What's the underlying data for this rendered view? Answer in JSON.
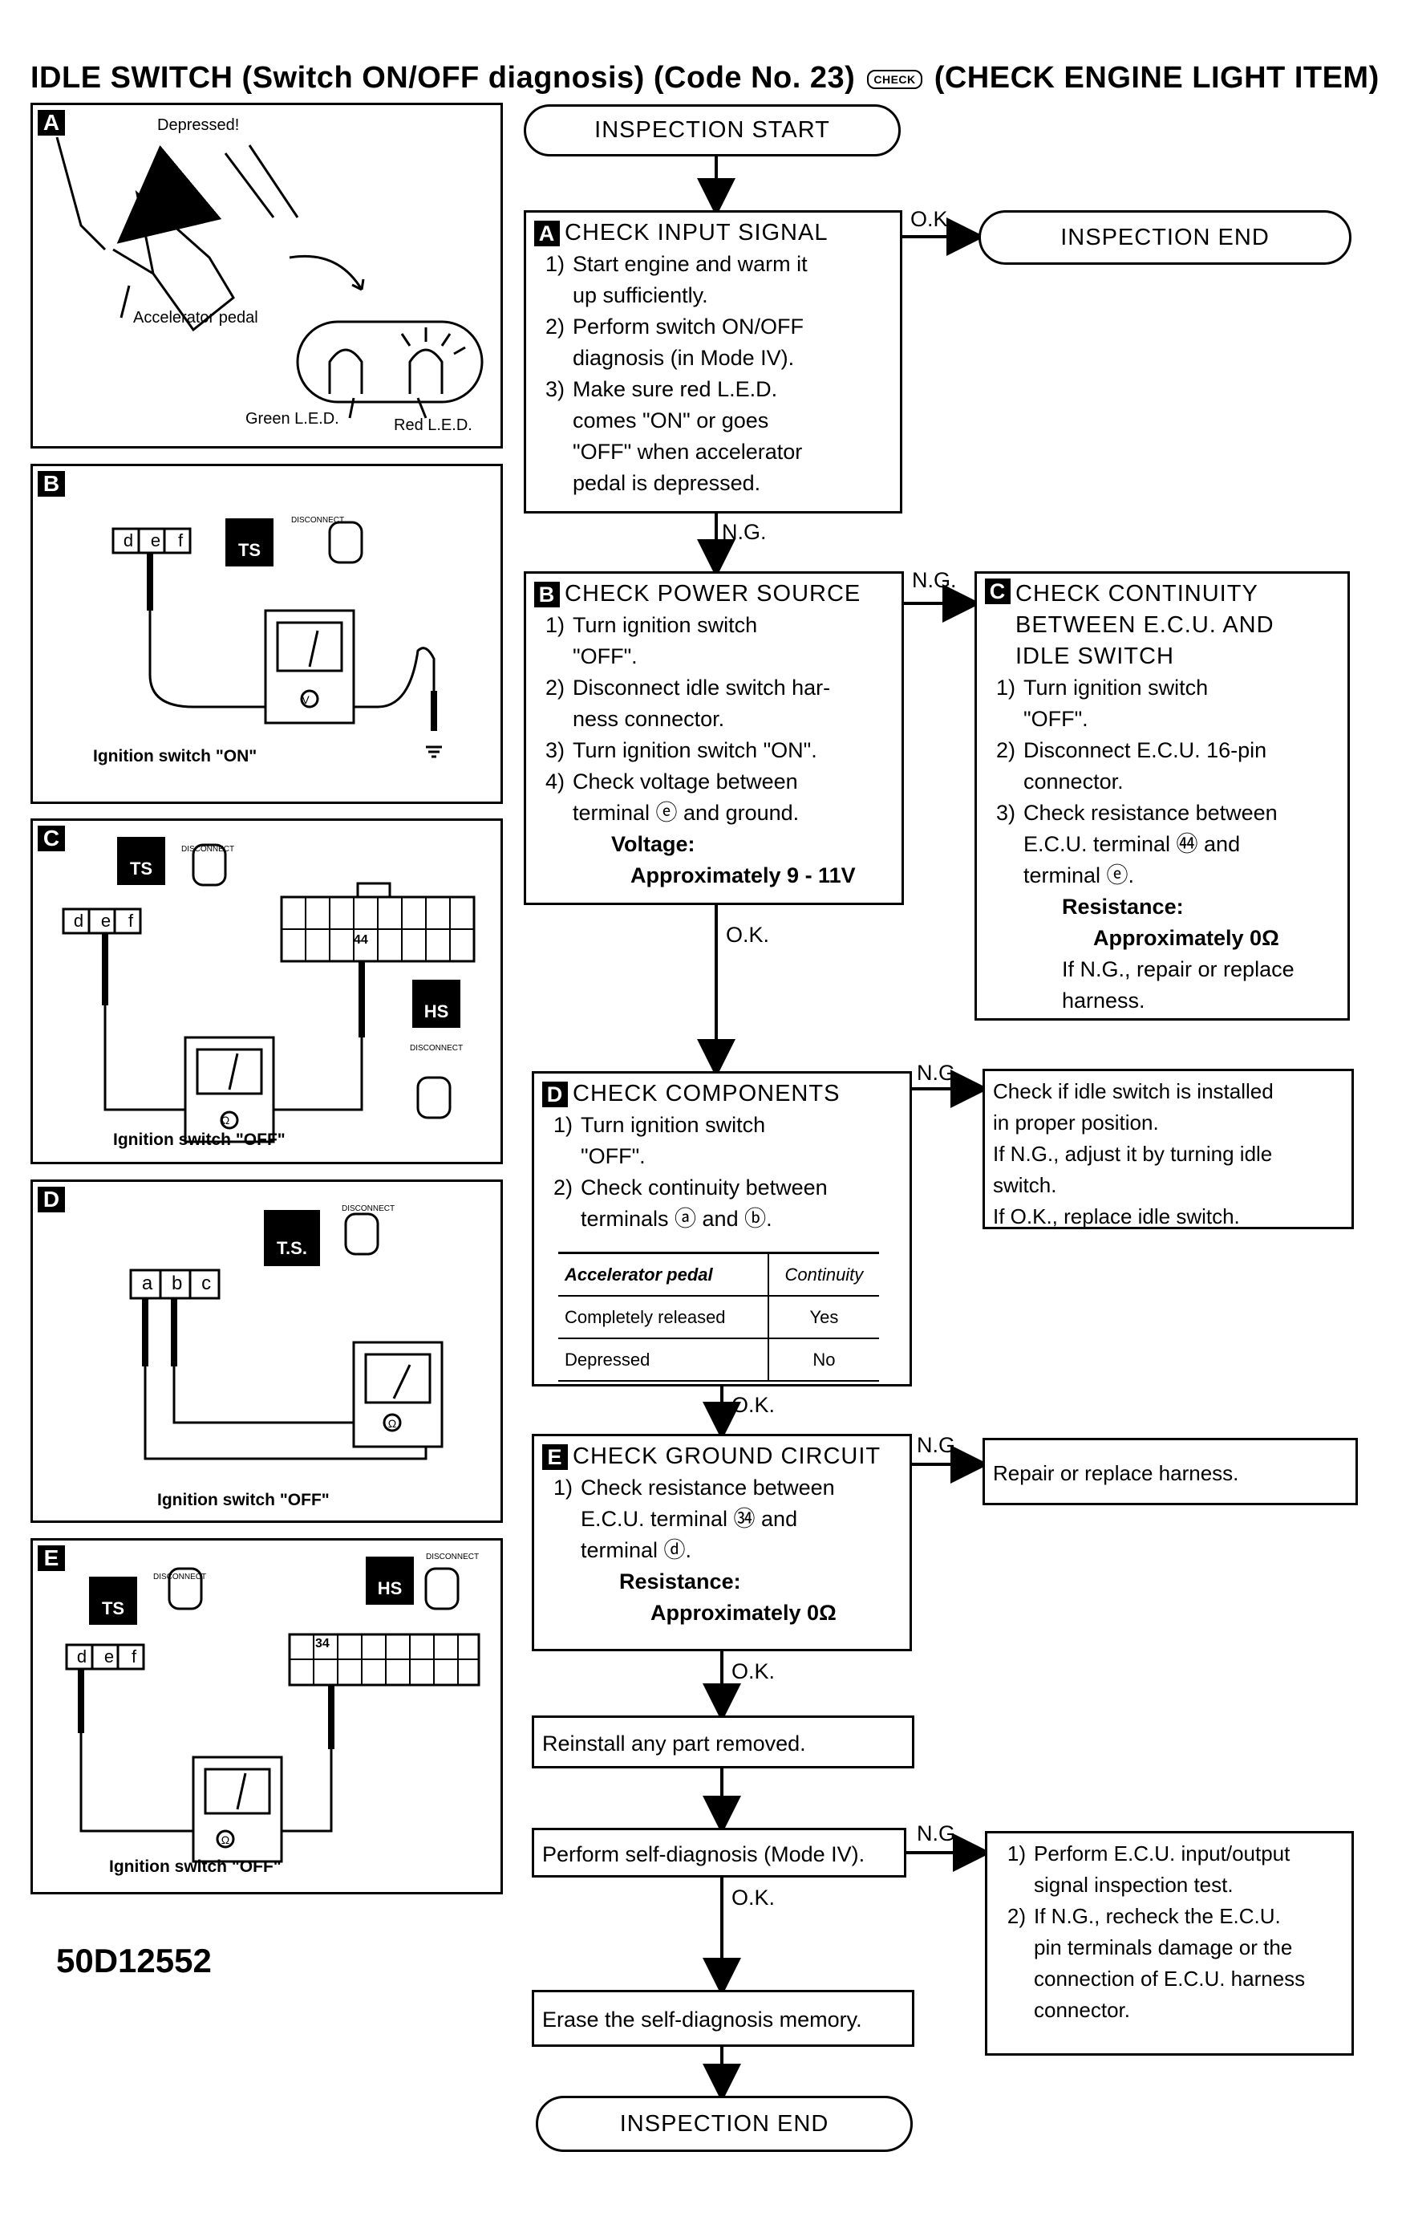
{
  "title": {
    "prefix": "IDLE SWITCH (Switch ON/OFF diagnosis) (Code No. 23)",
    "icon_text": "CHECK",
    "suffix": "(CHECK ENGINE LIGHT ITEM)"
  },
  "code": "50D12552",
  "panels": {
    "a": {
      "label": "A",
      "depressed": "Depressed!",
      "pedal": "Accelerator pedal",
      "green": "Green L.E.D.",
      "red": "Red L.E.D."
    },
    "b": {
      "label": "B",
      "ts": "TS",
      "disconnect": "DISCONNECT",
      "terms": [
        "d",
        "e",
        "f"
      ],
      "caption": "Ignition switch \"ON\""
    },
    "c": {
      "label": "C",
      "ts": "TS",
      "hs": "HS",
      "disconnect": "DISCONNECT",
      "terms": [
        "d",
        "e",
        "f"
      ],
      "pin": "44",
      "caption": "Ignition switch \"OFF\""
    },
    "d": {
      "label": "D",
      "ts": "T.S.",
      "disconnect": "DISCONNECT",
      "terms": [
        "a",
        "b",
        "c"
      ],
      "caption": "Ignition switch \"OFF\""
    },
    "e": {
      "label": "E",
      "ts": "TS",
      "hs": "HS",
      "disconnect": "DISCONNECT",
      "terms": [
        "d",
        "e",
        "f"
      ],
      "pin": "34",
      "caption": "Ignition switch \"OFF\""
    }
  },
  "flow": {
    "start": "INSPECTION START",
    "end1": "INSPECTION END",
    "end2": "INSPECTION END",
    "ok": "O.K.",
    "ng": "N.G.",
    "a": {
      "mark": "A",
      "title": "CHECK INPUT SIGNAL",
      "steps": [
        {
          "n": "1)",
          "t": "Start engine and warm it\nup sufficiently."
        },
        {
          "n": "2)",
          "t": "Perform switch ON/OFF\ndiagnosis (in Mode IV)."
        },
        {
          "n": "3)",
          "t": "Make sure red L.E.D.\ncomes \"ON\" or goes\n\"OFF\" when accelerator\npedal is depressed."
        }
      ]
    },
    "b": {
      "mark": "B",
      "title": "CHECK POWER SOURCE",
      "steps": [
        {
          "n": "1)",
          "t": "Turn ignition switch\n\"OFF\"."
        },
        {
          "n": "2)",
          "t": "Disconnect idle switch har-\nness connector."
        },
        {
          "n": "3)",
          "t": "Turn ignition switch \"ON\"."
        },
        {
          "n": "4)",
          "t": "Check voltage between\nterminal ⓔ and ground."
        }
      ],
      "key": "Voltage:",
      "value": "Approximately 9 - 11V"
    },
    "c": {
      "mark": "C",
      "title": "CHECK CONTINUITY\nBETWEEN E.C.U. AND\nIDLE SWITCH",
      "steps": [
        {
          "n": "1)",
          "t": "Turn ignition switch\n\"OFF\"."
        },
        {
          "n": "2)",
          "t": "Disconnect E.C.U. 16-pin\nconnector."
        },
        {
          "n": "3)",
          "t": "Check resistance between\nE.C.U. terminal ㊹ and\nterminal ⓔ."
        }
      ],
      "key": "Resistance:",
      "value": "Approximately 0Ω",
      "note": "If N.G., repair or replace\nharness."
    },
    "d": {
      "mark": "D",
      "title": "CHECK COMPONENTS",
      "steps": [
        {
          "n": "1)",
          "t": "Turn ignition switch\n\"OFF\"."
        },
        {
          "n": "2)",
          "t": "Check continuity between\nterminals ⓐ and ⓑ."
        }
      ],
      "table": {
        "headers": [
          "Accelerator pedal",
          "Continuity"
        ],
        "rows": [
          [
            "Completely released",
            "Yes"
          ],
          [
            "Depressed",
            "No"
          ]
        ]
      }
    },
    "d_ng": "Check if idle switch is installed\nin proper position.\nIf N.G., adjust it by turning idle\nswitch.\nIf O.K., replace idle switch.",
    "e": {
      "mark": "E",
      "title": "CHECK GROUND CIRCUIT",
      "steps": [
        {
          "n": "1)",
          "t": "Check resistance between\nE.C.U. terminal ㉞ and\nterminal ⓓ."
        }
      ],
      "key": "Resistance:",
      "value": "Approximately 0Ω"
    },
    "e_ng": "Repair or replace harness.",
    "reinstall": "Reinstall any part removed.",
    "selfdiag": "Perform self-diagnosis (Mode IV).",
    "selfdiag_ng": [
      {
        "n": "1)",
        "t": "Perform E.C.U. input/output\nsignal inspection test."
      },
      {
        "n": "2)",
        "t": "If N.G., recheck the E.C.U.\npin terminals damage or the\nconnection of E.C.U. harness\nconnector."
      }
    ],
    "erase": "Erase the self-diagnosis memory."
  }
}
